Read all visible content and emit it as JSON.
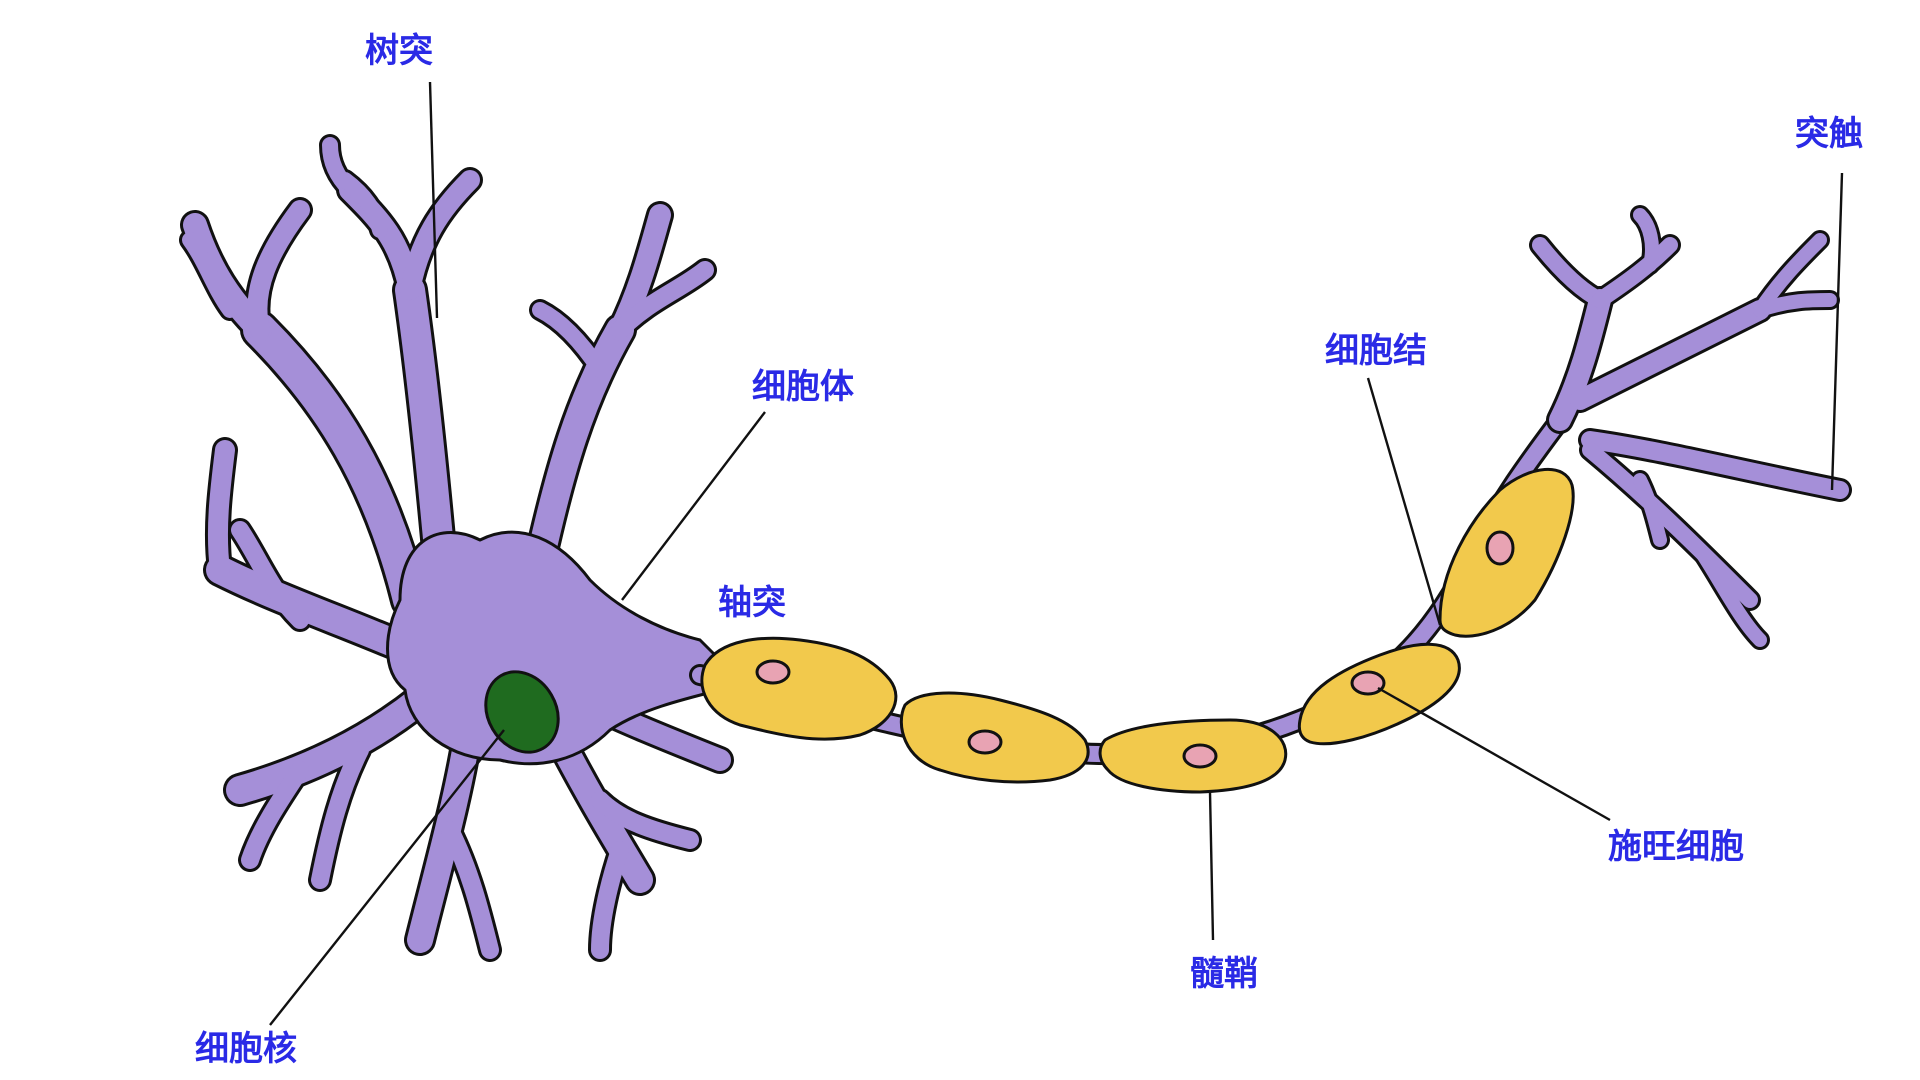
{
  "colors": {
    "label": "#2a2ae6",
    "cell": "#a58fd8",
    "cell_outline": "#111111",
    "nucleus": "#1f6b1f",
    "myelin": "#f2c94c",
    "schwann_nucleus": "#e8a3b3"
  },
  "labels": {
    "dendrite": "树突",
    "soma": "细胞体",
    "axon": "轴突",
    "nucleus": "细胞核",
    "node": "细胞结",
    "myelin": "髓鞘",
    "schwann": "施旺细胞",
    "synapse": "突触"
  }
}
